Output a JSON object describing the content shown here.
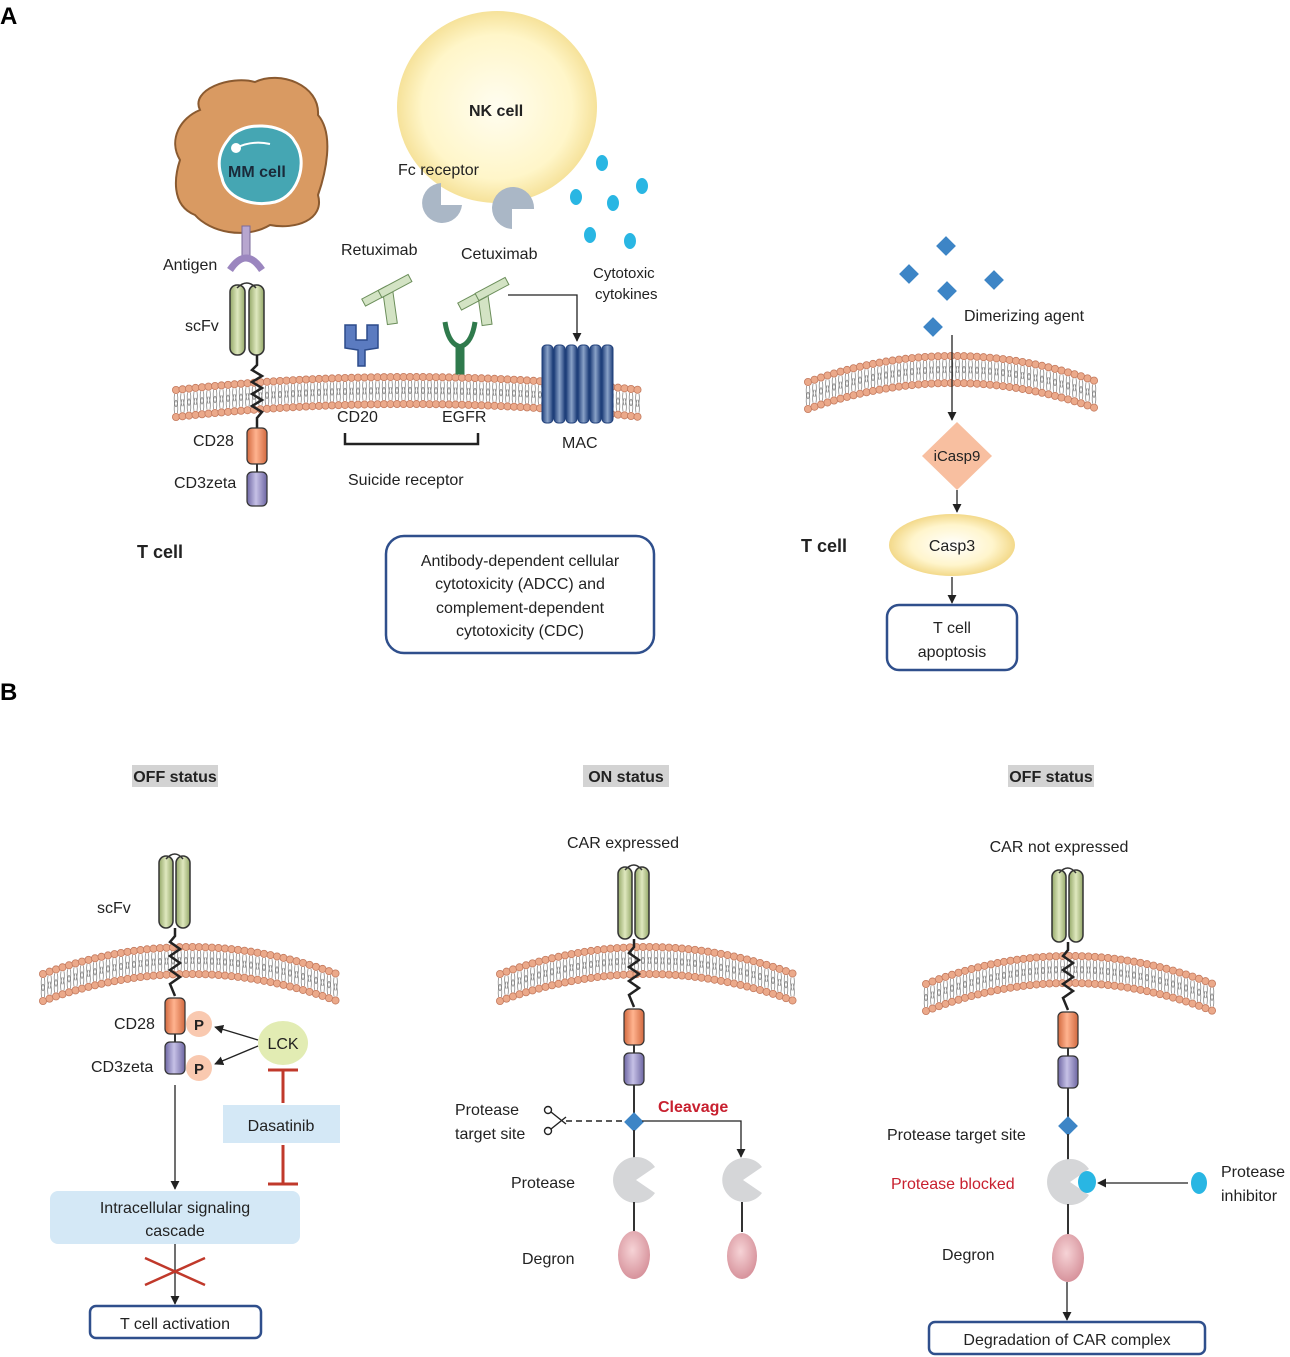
{
  "colors": {
    "membrane_head": "#eba98a",
    "membrane_head_stroke": "#c47a5e",
    "scfv_green": "#c9d79f",
    "cd28_orange": "#f08a5d",
    "cd3_purple": "#9a93c7",
    "box_border": "#2f4f8c",
    "diamond_blue": "#3d85c6",
    "cytokine_cyan": "#29b6e3",
    "red_text": "#c8202f",
    "inhibit_red": "#c0392b",
    "nk_yellow": "#fff6c9",
    "mm_orange": "#d89a66",
    "mm_nucleus": "#44a9b8",
    "signal_blue": "#d4e8f6",
    "status_gray": "#d3d3d3"
  },
  "panel_a": {
    "label": "A",
    "mm_cell": "MM cell",
    "nk_cell": "NK cell",
    "fc_receptor": "Fc receptor",
    "antigen": "Antigen",
    "scfv": "scFv",
    "cd28": "CD28",
    "cd3zeta": "CD3zeta",
    "t_cell": "T cell",
    "retuximab": "Retuximab",
    "cetuximab": "Cetuximab",
    "cytotoxic_1": "Cytotoxic",
    "cytotoxic_2": "cytokines",
    "cd20": "CD20",
    "egfr": "EGFR",
    "mac": "MAC",
    "suicide_receptor": "Suicide receptor",
    "adcc_box": [
      "Antibody-dependent cellular",
      "cytotoxicity (ADCC)  and",
      "complement-dependent",
      "cytotoxicity (CDC)"
    ],
    "dimerizing_agent": "Dimerizing agent",
    "icasp9": "iCasp9",
    "casp3": "Casp3",
    "t_cell_right": "T cell",
    "apoptosis_box": [
      "T cell",
      "apoptosis"
    ]
  },
  "panel_b": {
    "label": "B",
    "left": {
      "status": "OFF status",
      "scfv": "scFv",
      "cd28": "CD28",
      "cd3zeta": "CD3zeta",
      "p1": "P",
      "p2": "P",
      "lck": "LCK",
      "dasatinib": "Dasatinib",
      "signaling": [
        "Intracellular signaling",
        "cascade"
      ],
      "activation": "T cell activation"
    },
    "middle": {
      "status": "ON status",
      "car_expressed": "CAR expressed",
      "protease_target": [
        "Protease",
        "target site"
      ],
      "cleavage": "Cleavage",
      "protease": "Protease",
      "degron": "Degron"
    },
    "right": {
      "status": "OFF status",
      "car_not_expressed": "CAR not expressed",
      "protease_target": "Protease target site",
      "protease_blocked": "Protease blocked",
      "protease_inhibitor": [
        "Protease",
        "inhibitor"
      ],
      "degron": "Degron",
      "degradation": "Degradation of CAR complex"
    }
  }
}
